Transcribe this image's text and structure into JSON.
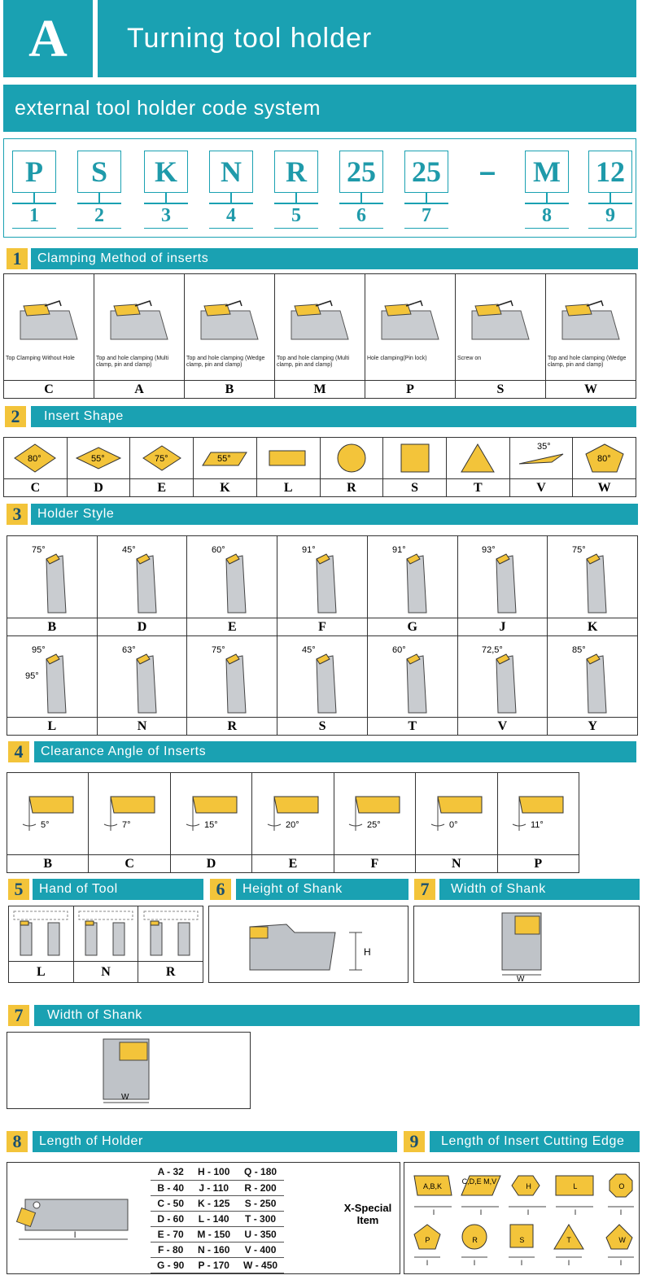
{
  "header": {
    "letter": "A",
    "title": "Turning tool holder"
  },
  "subtitle": "external tool holder code system",
  "code": {
    "chars": [
      "P",
      "S",
      "K",
      "N",
      "R",
      "25",
      "25",
      "M",
      "12"
    ],
    "nums": [
      "1",
      "2",
      "3",
      "4",
      "5",
      "6",
      "7",
      "8",
      "9"
    ],
    "dash": "–"
  },
  "s1": {
    "num": "1",
    "title": "Clamping Method of inserts",
    "items": [
      {
        "cap": "Top Clamping Without Hole",
        "label": "C"
      },
      {
        "cap": "Top and hole clamping (Multi clamp, pin and clamp)",
        "label": "A"
      },
      {
        "cap": "Top and hole clamping (Wedge clamp, pin and clamp)",
        "label": "B"
      },
      {
        "cap": "Top and hole clamping (Multi clamp, pin and clamp)",
        "label": "M"
      },
      {
        "cap": "Hole clamping(Pin lock)",
        "label": "P"
      },
      {
        "cap": "Screw on",
        "label": "S"
      },
      {
        "cap": "Top and hole clamping (Wedge clamp, pin and clamp)",
        "label": "W"
      }
    ]
  },
  "s2": {
    "num": "2",
    "title": "Insert Shape",
    "items": [
      {
        "angle": "80°",
        "label": "C"
      },
      {
        "angle": "55°",
        "label": "D"
      },
      {
        "angle": "75°",
        "label": "E"
      },
      {
        "angle": "55°",
        "label": "K"
      },
      {
        "angle": "",
        "label": "L"
      },
      {
        "angle": "",
        "label": "R"
      },
      {
        "angle": "",
        "label": "S"
      },
      {
        "angle": "",
        "label": "T"
      },
      {
        "angle": "35°",
        "label": "V"
      },
      {
        "angle": "80°",
        "label": "W"
      }
    ]
  },
  "s3": {
    "num": "3",
    "title": "Holder Style",
    "row1": [
      {
        "a1": "75°",
        "a2": "",
        "label": "B"
      },
      {
        "a1": "45°",
        "a2": "",
        "label": "D"
      },
      {
        "a1": "60°",
        "a2": "",
        "label": "E"
      },
      {
        "a1": "91°",
        "a2": "",
        "label": "F"
      },
      {
        "a1": "91°",
        "a2": "",
        "label": "G"
      },
      {
        "a1": "93°",
        "a2": "",
        "label": "J"
      },
      {
        "a1": "75°",
        "a2": "",
        "label": "K"
      }
    ],
    "row2": [
      {
        "a1": "95°",
        "a2": "95°",
        "label": "L"
      },
      {
        "a1": "63°",
        "a2": "",
        "label": "N"
      },
      {
        "a1": "75°",
        "a2": "",
        "label": "R"
      },
      {
        "a1": "45°",
        "a2": "",
        "label": "S"
      },
      {
        "a1": "60°",
        "a2": "",
        "label": "T"
      },
      {
        "a1": "72,5°",
        "a2": "",
        "label": "V"
      },
      {
        "a1": "85°",
        "a2": "",
        "label": "Y"
      }
    ]
  },
  "s4": {
    "num": "4",
    "title": "Clearance Angle of Inserts",
    "items": [
      {
        "angle": "5°",
        "label": "B"
      },
      {
        "angle": "7°",
        "label": "C"
      },
      {
        "angle": "15°",
        "label": "D"
      },
      {
        "angle": "20°",
        "label": "E"
      },
      {
        "angle": "25°",
        "label": "F"
      },
      {
        "angle": "0°",
        "label": "N"
      },
      {
        "angle": "11°",
        "label": "P"
      }
    ]
  },
  "s5": {
    "num": "5",
    "title": "Hand of Tool",
    "labels": [
      "L",
      "N",
      "R"
    ]
  },
  "s6": {
    "num": "6",
    "title": "Height of Shank",
    "dim": "H"
  },
  "s7a": {
    "num": "7",
    "title": "Width of Shank",
    "dim": "W"
  },
  "s7b": {
    "num": "7",
    "title": "Width of Shank",
    "dim": "W"
  },
  "s8": {
    "num": "8",
    "title": "Length of Holder",
    "dim": "l",
    "col1": [
      "A - 32",
      "B - 40",
      "C - 50",
      "D - 60",
      "E - 70",
      "F - 80",
      "G - 90"
    ],
    "col2": [
      "H - 100",
      "J - 110",
      "K - 125",
      "L - 140",
      "M - 150",
      "N - 160",
      "P - 170"
    ],
    "col3": [
      "Q - 180",
      "R - 200",
      "S - 250",
      "T - 300",
      "U - 350",
      "V - 400",
      "W - 450"
    ],
    "special": "X-Special Item"
  },
  "s9": {
    "num": "9",
    "title": "Length of Insert Cutting Edge",
    "shapes": [
      "A,B,K",
      "C,D,E M,V",
      "H",
      "L",
      "O",
      "P",
      "R",
      "S",
      "T",
      "W"
    ],
    "dim": "l"
  },
  "colors": {
    "teal": "#1aa1b2",
    "gold": "#f3c43a",
    "steel": "#c9ccd0"
  }
}
